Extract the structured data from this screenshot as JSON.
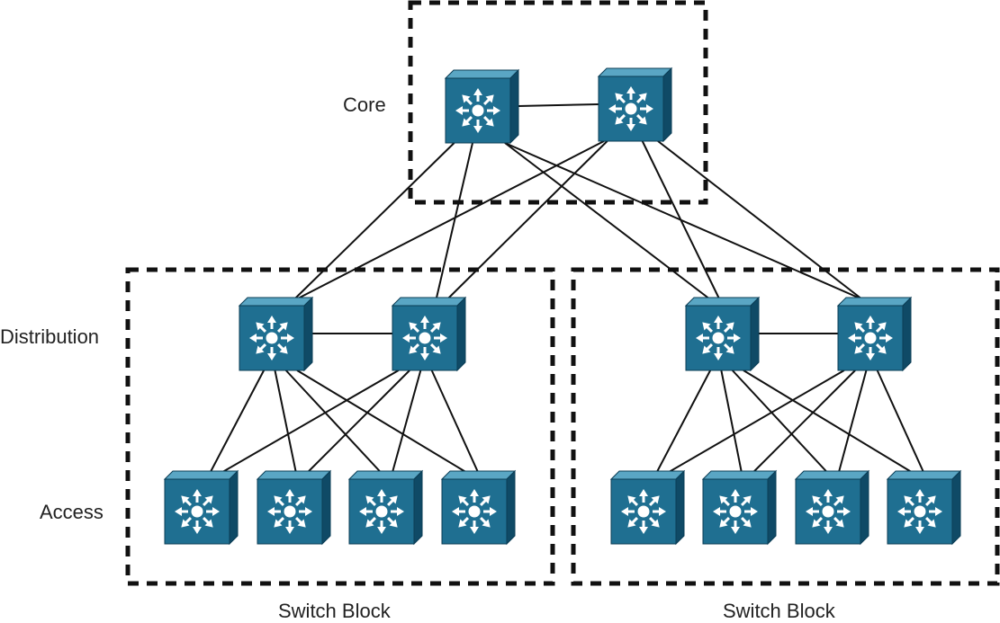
{
  "labels": {
    "core": "Core",
    "distribution": "Distribution",
    "access": "Access",
    "switch_block_left": "Switch Block",
    "switch_block_right": "Switch Block"
  },
  "colors": {
    "switch_front": "#1f6f91",
    "switch_top": "#5aa6c4",
    "switch_side": "#0f4a66",
    "links": "#111111",
    "boundary": "#111111"
  },
  "icon": "layer3-multilayer-switch-icon",
  "nodes": {
    "core": [
      "core-switch-1",
      "core-switch-2"
    ],
    "distribution": [
      "dist-switch-a1",
      "dist-switch-a2",
      "dist-switch-b1",
      "dist-switch-b2"
    ],
    "access": [
      "access-switch-a1",
      "access-switch-a2",
      "access-switch-a3",
      "access-switch-a4",
      "access-switch-b1",
      "access-switch-b2",
      "access-switch-b3",
      "access-switch-b4"
    ]
  },
  "links": [
    [
      "core-switch-1",
      "core-switch-2"
    ],
    [
      "core-switch-1",
      "dist-switch-a1"
    ],
    [
      "core-switch-1",
      "dist-switch-a2"
    ],
    [
      "core-switch-1",
      "dist-switch-b1"
    ],
    [
      "core-switch-1",
      "dist-switch-b2"
    ],
    [
      "core-switch-2",
      "dist-switch-a1"
    ],
    [
      "core-switch-2",
      "dist-switch-a2"
    ],
    [
      "core-switch-2",
      "dist-switch-b1"
    ],
    [
      "core-switch-2",
      "dist-switch-b2"
    ],
    [
      "dist-switch-a1",
      "dist-switch-a2"
    ],
    [
      "dist-switch-b1",
      "dist-switch-b2"
    ],
    [
      "dist-switch-a1",
      "access-switch-a1"
    ],
    [
      "dist-switch-a1",
      "access-switch-a2"
    ],
    [
      "dist-switch-a1",
      "access-switch-a3"
    ],
    [
      "dist-switch-a1",
      "access-switch-a4"
    ],
    [
      "dist-switch-a2",
      "access-switch-a1"
    ],
    [
      "dist-switch-a2",
      "access-switch-a2"
    ],
    [
      "dist-switch-a2",
      "access-switch-a3"
    ],
    [
      "dist-switch-a2",
      "access-switch-a4"
    ],
    [
      "dist-switch-b1",
      "access-switch-b1"
    ],
    [
      "dist-switch-b1",
      "access-switch-b2"
    ],
    [
      "dist-switch-b1",
      "access-switch-b3"
    ],
    [
      "dist-switch-b1",
      "access-switch-b4"
    ],
    [
      "dist-switch-b2",
      "access-switch-b1"
    ],
    [
      "dist-switch-b2",
      "access-switch-b2"
    ],
    [
      "dist-switch-b2",
      "access-switch-b3"
    ],
    [
      "dist-switch-b2",
      "access-switch-b4"
    ]
  ]
}
